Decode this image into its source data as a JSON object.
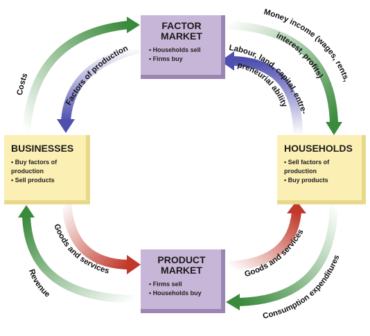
{
  "factor_market": {
    "title_line1": "FACTOR",
    "title_line2": "MARKET",
    "items": [
      "Households sell",
      "Firms buy"
    ]
  },
  "product_market": {
    "title_line1": "PRODUCT",
    "title_line2": "MARKET",
    "items": [
      "Firms sell",
      "Households buy"
    ]
  },
  "businesses": {
    "title": "BUSINESSES",
    "items": [
      "Buy factors of production",
      "Sell products"
    ]
  },
  "households": {
    "title": "HOUSEHOLDS",
    "items": [
      "Sell factors of production",
      "Buy products"
    ]
  },
  "flows": {
    "costs": "Costs",
    "factors_of_production": "Factors of production",
    "money_income_1": "Money income (wages, rents,",
    "money_income_2": "interest, profits)",
    "labour_1": "Labour, land, capital, entre-",
    "labour_2": "preneurial ability",
    "goods_left": "Goods and services",
    "goods_right": "Goods and services",
    "revenue": "Revenue",
    "consumption": "Consumption expenditures"
  },
  "colors": {
    "money_flow": "#3a8a3c",
    "real_flow_blue": "#4f4fb0",
    "real_flow_red": "#c0392b",
    "market_box": "#c8b6d8",
    "actor_box": "#fbefb4"
  }
}
